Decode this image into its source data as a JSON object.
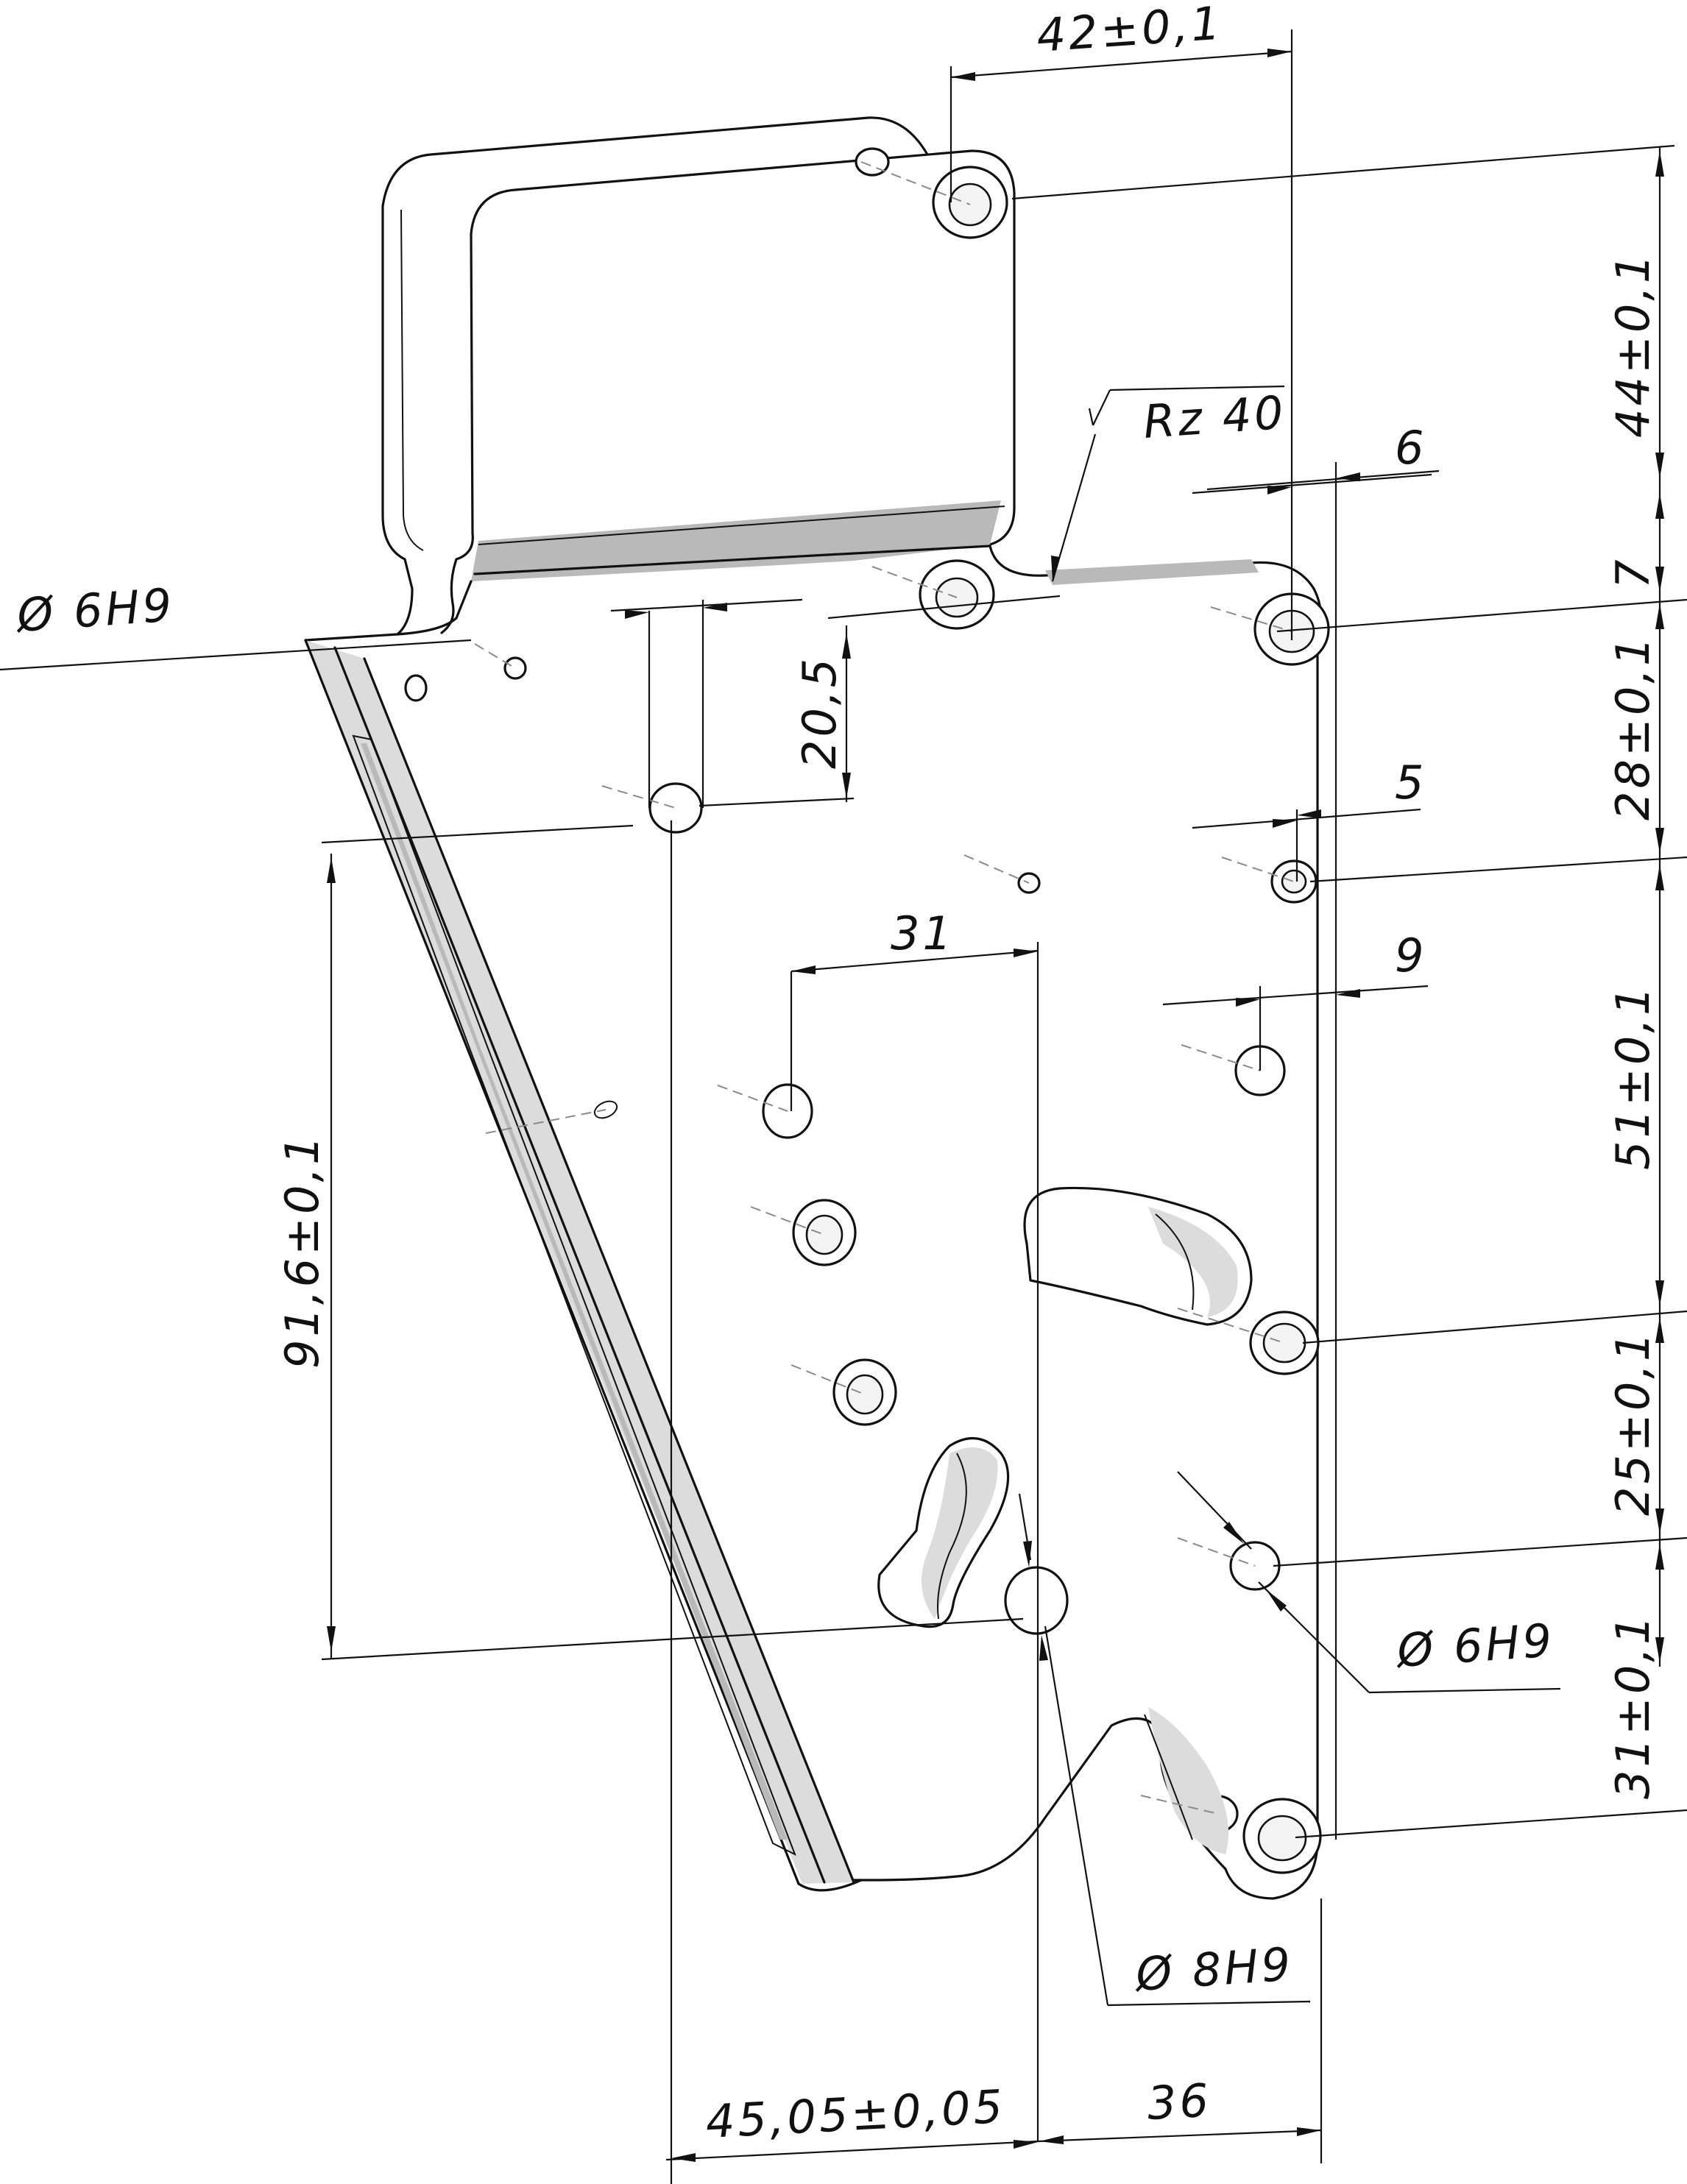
{
  "dimensions": {
    "top_width": "42±0,1",
    "roughness": "Rz 40",
    "offset_6": "6",
    "offset_5": "5",
    "offset_9": "9",
    "offset_31": "31",
    "height_20_5": "20,5",
    "left_hole": "Ø 6H9",
    "right_hole": "Ø 6H9",
    "center_hole": "Ø 8H9",
    "right_44": "44±0,1",
    "right_7": "7",
    "right_28": "28±0,1",
    "right_51": "51±0,1",
    "right_25": "25±0,1",
    "right_31": "31±0,1",
    "left_91_6": "91,6±0,1",
    "bottom_45_05": "45,05±0,05",
    "bottom_36": "36"
  }
}
